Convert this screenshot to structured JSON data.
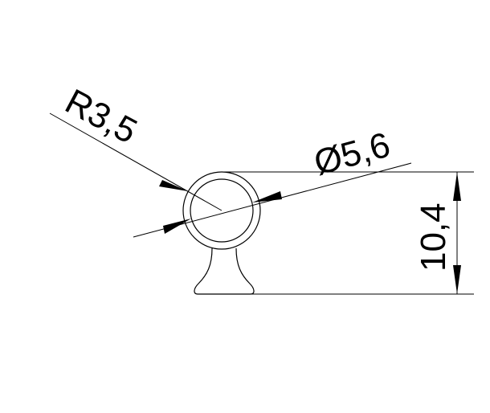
{
  "drawing": {
    "radius_label": "R3,5",
    "diameter_label": "Ø5,6",
    "height_label": "10,4",
    "values": {
      "outer_radius": 3.5,
      "inner_diameter": 5.6,
      "overall_height": 10.4
    },
    "line_color": "#000000",
    "background_color": "#ffffff"
  }
}
